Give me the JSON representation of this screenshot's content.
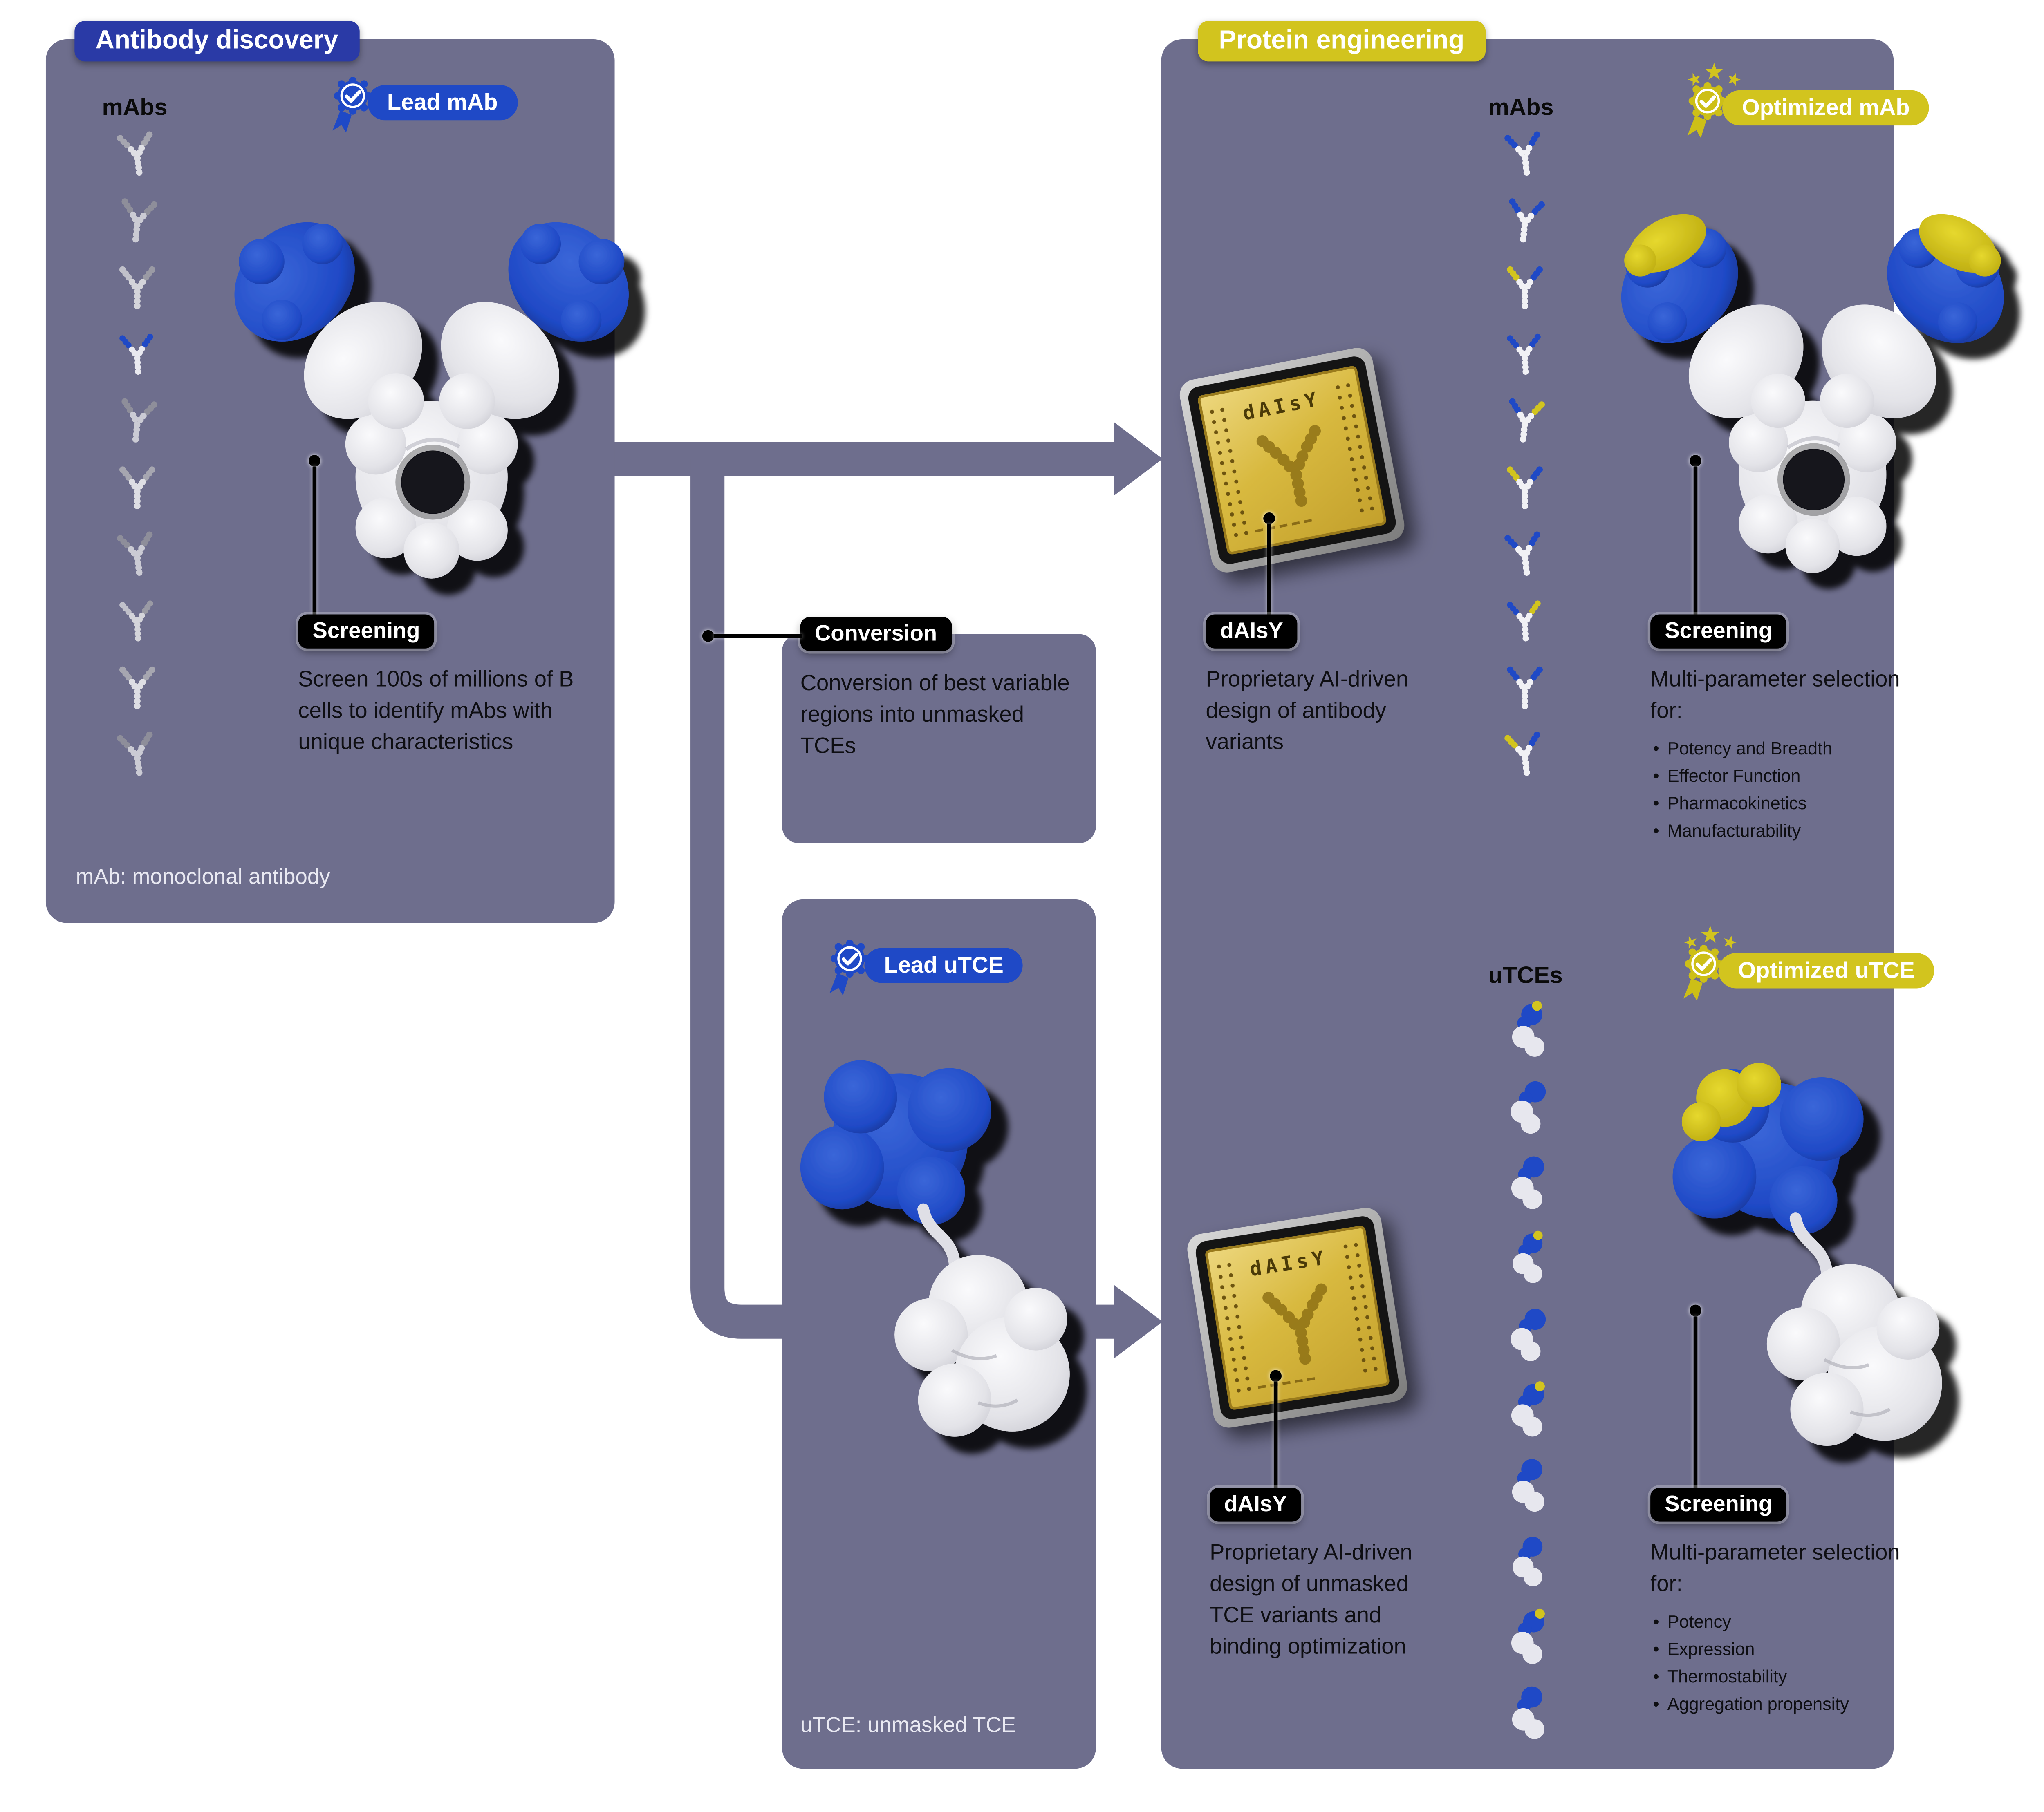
{
  "colors": {
    "panel": "#6e6e8d",
    "blue_header": "#2a3aa6",
    "blue_pill": "#1f49c6",
    "yellow": "#d2c41e",
    "badge_black": "#000000"
  },
  "left_panel": {
    "header": "Antibody discovery",
    "mabs_label": "mAbs",
    "lead_badge": "Lead mAb",
    "screening_badge": "Screening",
    "screening_text": "Screen 100s of millions of B cells to identify mAbs with unique characteristics",
    "footnote": "mAb: monoclonal antibody"
  },
  "conversion_panel": {
    "badge": "Conversion",
    "text": "Conversion of best variable regions into unmasked TCEs"
  },
  "lead_utce_panel": {
    "badge": "Lead uTCE",
    "footnote": "uTCE: unmasked TCE"
  },
  "right_panel": {
    "header": "Protein engineering",
    "top": {
      "mabs_label": "mAbs",
      "chip_label": "dAIsY",
      "daisy_badge": "dAIsY",
      "daisy_text": "Proprietary AI-driven design of antibody variants",
      "optimized_badge": "Optimized mAb",
      "screening_badge": "Screening",
      "screening_intro": "Multi-parameter selection for:",
      "screening_bullets": [
        "Potency and Breadth",
        "Effector Function",
        "Pharmacokinetics",
        "Manufacturability"
      ]
    },
    "bottom": {
      "utces_label": "uTCEs",
      "chip_label": "dAIsY",
      "daisy_badge": "dAIsY",
      "daisy_text": "Proprietary AI-driven design of unmasked TCE variants and binding optimization",
      "optimized_badge": "Optimized uTCE",
      "screening_badge": "Screening",
      "screening_intro": "Multi-parameter selection for:",
      "screening_bullets": [
        "Potency",
        "Expression",
        "Thermostability",
        "Aggregation propensity"
      ]
    }
  }
}
